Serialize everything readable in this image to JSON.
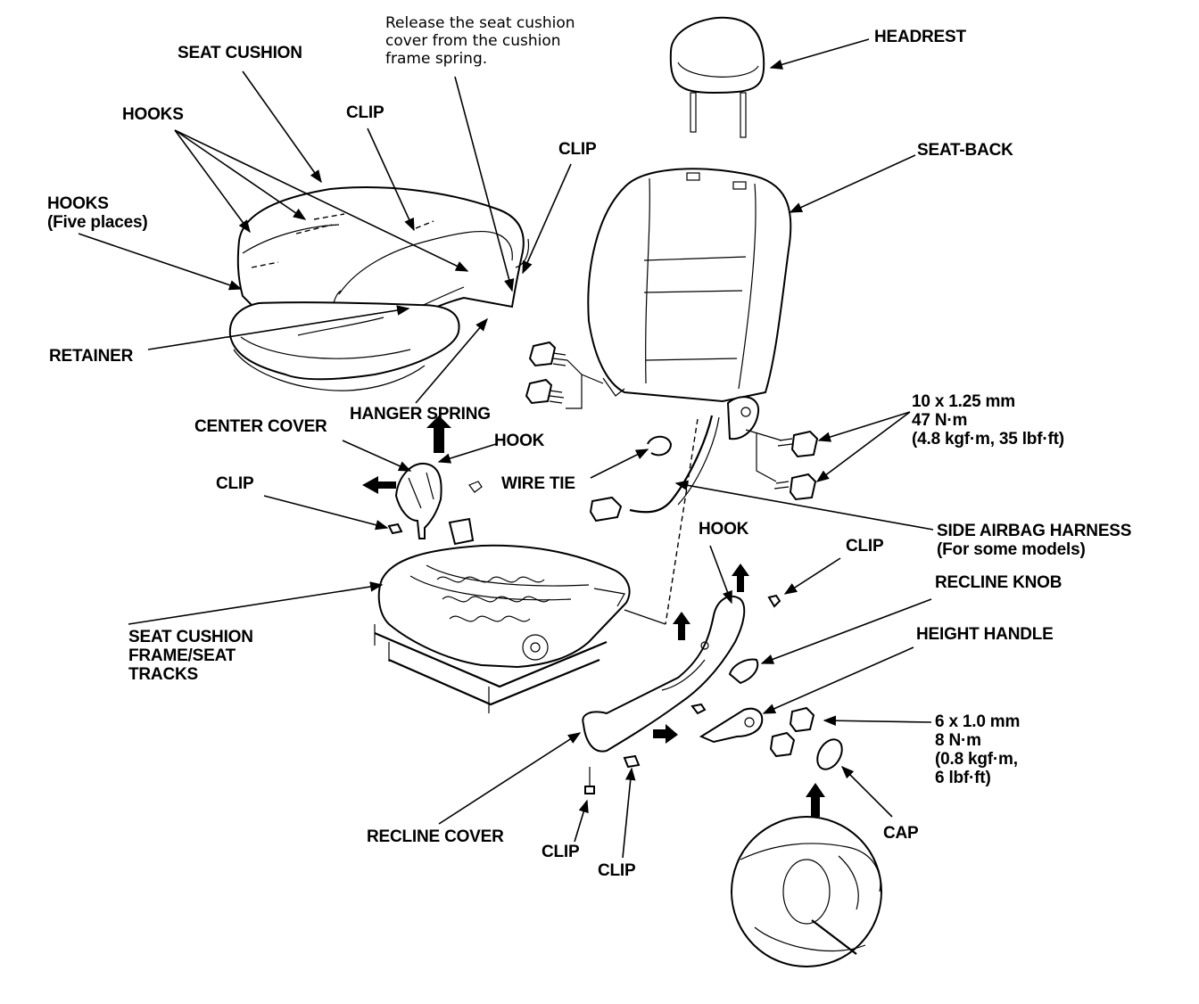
{
  "labels": {
    "seat_cushion": "SEAT CUSHION",
    "release_note": "Release the seat cushion\ncover from the cushion\nframe spring.",
    "headrest": "HEADREST",
    "hooks_top": "HOOKS",
    "clip_top_center": "CLIP",
    "clip_top_right": "CLIP",
    "seat_back": "SEAT-BACK",
    "hooks_five": "HOOKS\n(Five places)",
    "retainer": "RETAINER",
    "hanger_spring": "HANGER SPRING",
    "center_cover": "CENTER COVER",
    "hook_center": "HOOK",
    "bolt_spec_large": "10 x 1.25 mm\n47 N·m\n(4.8 kgf·m, 35 lbf·ft)",
    "clip_left": "CLIP",
    "wire_tie": "WIRE TIE",
    "side_airbag_harness": "SIDE AIRBAG HARNESS\n(For some models)",
    "hook_right": "HOOK",
    "clip_right": "CLIP",
    "recline_knob": "RECLINE KNOB",
    "seat_cushion_frame": "SEAT CUSHION\nFRAME/SEAT\nTRACKS",
    "height_handle": "HEIGHT HANDLE",
    "bolt_spec_small": "6 x 1.0 mm\n8 N·m\n(0.8 kgf·m,\n6 lbf·ft)",
    "cap": "CAP",
    "recline_cover": "RECLINE COVER",
    "clip_bottom_left": "CLIP",
    "clip_bottom_right": "CLIP"
  },
  "colors": {
    "ink": "#000000",
    "paper": "#ffffff"
  }
}
